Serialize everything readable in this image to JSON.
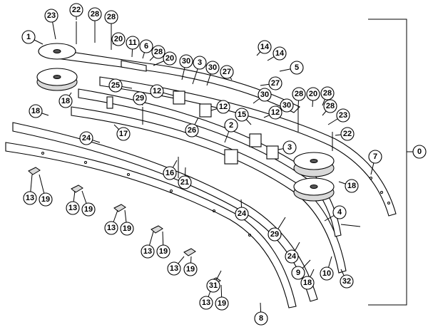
{
  "assembly_label": "0",
  "callouts": [
    {
      "id": "c1",
      "label": "1"
    },
    {
      "id": "c23a",
      "label": "23"
    },
    {
      "id": "c22a",
      "label": "22"
    },
    {
      "id": "c28a",
      "label": "28"
    },
    {
      "id": "c28b",
      "label": "28"
    },
    {
      "id": "c20a",
      "label": "20"
    },
    {
      "id": "c11",
      "label": "11"
    },
    {
      "id": "c6",
      "label": "6"
    },
    {
      "id": "c28c",
      "label": "28"
    },
    {
      "id": "c20b",
      "label": "20"
    },
    {
      "id": "c14a",
      "label": "14"
    },
    {
      "id": "c14b",
      "label": "14"
    },
    {
      "id": "c5",
      "label": "5"
    },
    {
      "id": "c30a",
      "label": "30"
    },
    {
      "id": "c3a",
      "label": "3"
    },
    {
      "id": "c30b",
      "label": "30"
    },
    {
      "id": "c27a",
      "label": "27"
    },
    {
      "id": "c27b",
      "label": "27"
    },
    {
      "id": "c25",
      "label": "25"
    },
    {
      "id": "c18a",
      "label": "18"
    },
    {
      "id": "c29a",
      "label": "29"
    },
    {
      "id": "c12a",
      "label": "12"
    },
    {
      "id": "c30c",
      "label": "30"
    },
    {
      "id": "c12b",
      "label": "12"
    },
    {
      "id": "c12c",
      "label": "12"
    },
    {
      "id": "c30d",
      "label": "30"
    },
    {
      "id": "c28d",
      "label": "28"
    },
    {
      "id": "c20c",
      "label": "20"
    },
    {
      "id": "c28e",
      "label": "28"
    },
    {
      "id": "c28f",
      "label": "28"
    },
    {
      "id": "c18b",
      "label": "18"
    },
    {
      "id": "c26",
      "label": "26"
    },
    {
      "id": "c15",
      "label": "15"
    },
    {
      "id": "c23b",
      "label": "23"
    },
    {
      "id": "c2",
      "label": "2"
    },
    {
      "id": "c22b",
      "label": "22"
    },
    {
      "id": "c17",
      "label": "17"
    },
    {
      "id": "c24a",
      "label": "24"
    },
    {
      "id": "c3b",
      "label": "3"
    },
    {
      "id": "c7",
      "label": "7"
    },
    {
      "id": "c16",
      "label": "16"
    },
    {
      "id": "c21",
      "label": "21"
    },
    {
      "id": "c18c",
      "label": "18"
    },
    {
      "id": "c13a",
      "label": "13"
    },
    {
      "id": "c19a",
      "label": "19"
    },
    {
      "id": "c13b",
      "label": "13"
    },
    {
      "id": "c19b",
      "label": "19"
    },
    {
      "id": "c24b",
      "label": "24"
    },
    {
      "id": "c4",
      "label": "4"
    },
    {
      "id": "c13c",
      "label": "13"
    },
    {
      "id": "c19c",
      "label": "19"
    },
    {
      "id": "c29b",
      "label": "29"
    },
    {
      "id": "c13d",
      "label": "13"
    },
    {
      "id": "c19d",
      "label": "19"
    },
    {
      "id": "c24c",
      "label": "24"
    },
    {
      "id": "c13e",
      "label": "13"
    },
    {
      "id": "c19e",
      "label": "19"
    },
    {
      "id": "c9",
      "label": "9"
    },
    {
      "id": "c18d",
      "label": "18"
    },
    {
      "id": "c10",
      "label": "10"
    },
    {
      "id": "c32",
      "label": "32"
    },
    {
      "id": "c31",
      "label": "31"
    },
    {
      "id": "c13f",
      "label": "13"
    },
    {
      "id": "c19f",
      "label": "19"
    },
    {
      "id": "c8",
      "label": "8"
    }
  ]
}
